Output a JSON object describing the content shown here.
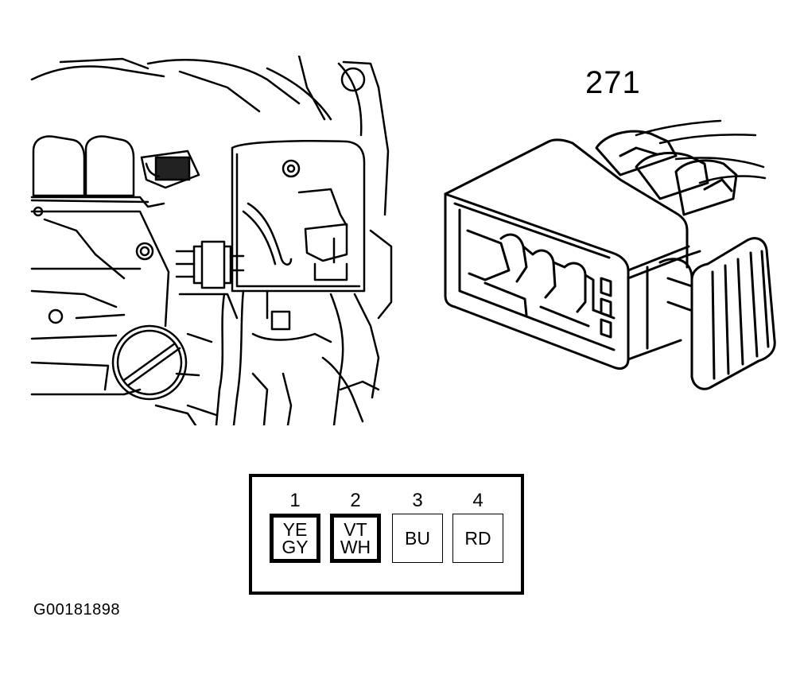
{
  "component_number": "271",
  "figure_id": "G00181898",
  "pins": [
    {
      "number": "1",
      "colors": [
        "YE",
        "GY"
      ],
      "highlight": true
    },
    {
      "number": "2",
      "colors": [
        "VT",
        "WH"
      ],
      "highlight": true
    },
    {
      "number": "3",
      "colors": [
        "BU"
      ],
      "highlight": false
    },
    {
      "number": "4",
      "colors": [
        "RD"
      ],
      "highlight": false
    }
  ]
}
